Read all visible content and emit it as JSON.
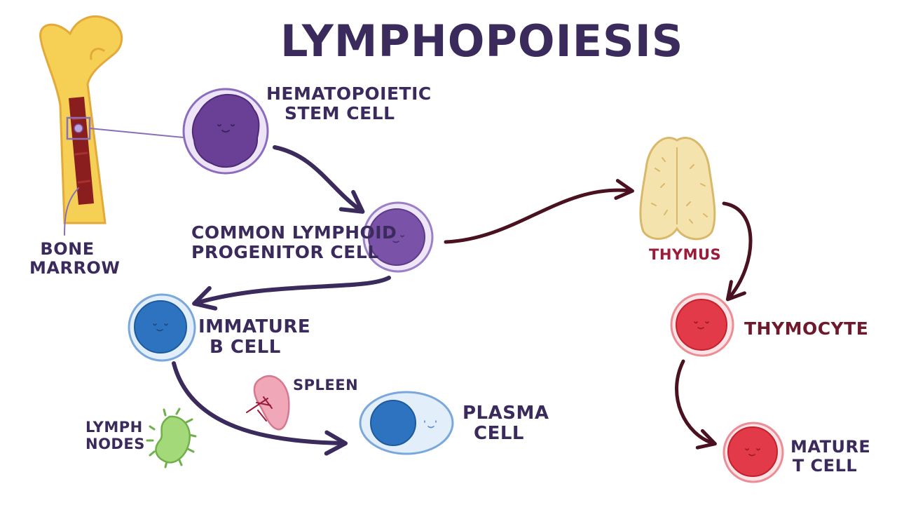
{
  "title": "LYMPHOPOIESIS",
  "labels": {
    "hsc": [
      "HEMATOPOIETIC",
      "STEM CELL"
    ],
    "bone_marrow": [
      "BONE",
      "MARROW"
    ],
    "clp": [
      "COMMON LYMPHOID",
      "PROGENITOR CELL"
    ],
    "thymus": "THYMUS",
    "immature_b": [
      "IMMATURE",
      "B CELL"
    ],
    "thymocyte": "THYMOCYTE",
    "spleen": "SPLEEN",
    "lymph_nodes": [
      "LYMPH",
      "NODES"
    ],
    "plasma": [
      "PLASMA",
      "CELL"
    ],
    "mature_t": [
      "MATURE",
      "T CELL"
    ]
  },
  "colors": {
    "text_dark": "#3b2a5c",
    "thymus_text": "#9b1c3a",
    "thymocyte_text": "#6e1a2c",
    "arrow_purple": "#3b2a5c",
    "arrow_maroon": "#4a1220",
    "hsc_nucleus": "#6a3f96",
    "clp_nucleus": "#7a52a8",
    "b_cell_nucleus": "#2e73c0",
    "t_cell_nucleus": "#e23a48",
    "bone": "#f6cf55",
    "marrow": "#8a1d1d",
    "thymus_fill": "#f5e3ad",
    "spleen_fill": "#f0a8b8",
    "lymph_node_fill": "#a4d97a"
  }
}
